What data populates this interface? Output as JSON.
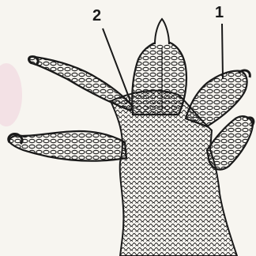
{
  "figure": {
    "callouts": [
      {
        "id": "1",
        "label": "1"
      },
      {
        "id": "2",
        "label": "2"
      }
    ],
    "colors": {
      "ink": "#1a1a1a",
      "paper": "#f7f5f0",
      "stain": "#f1d8e0"
    },
    "icon": "gecko-foot-illustration"
  }
}
